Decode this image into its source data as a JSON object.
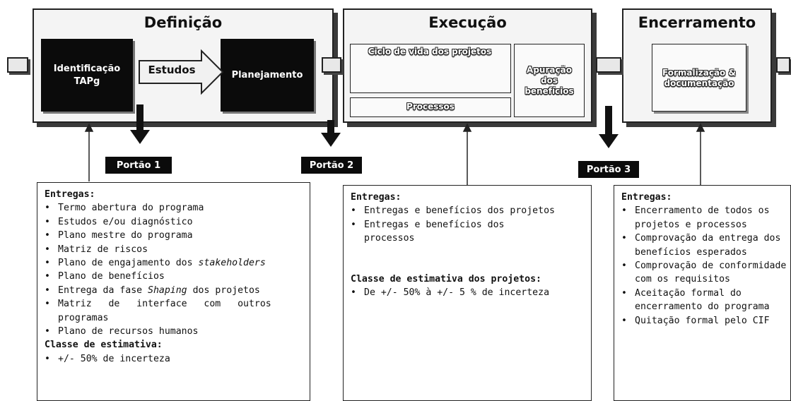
{
  "phases": {
    "definicao": {
      "title": "Definição",
      "box1": "Identificação\nTAPg",
      "arrow_label": "Estudos",
      "box2": "Planejamento"
    },
    "execucao": {
      "title": "Execução",
      "lifecycle": "Ciclo de vida dos projetos",
      "processos": "Processos",
      "beneficios": "Apuração\ndos\nbenefícios"
    },
    "encerramento": {
      "title": "Encerramento",
      "formalizacao": "Formalização &\ndocumentação"
    }
  },
  "gates": [
    "Portão 1",
    "Portão 2",
    "Portão 3"
  ],
  "panels": {
    "definicao": {
      "heading": "Entregas:",
      "items": [
        "Termo abertura do programa",
        "Estudos e/ou diagnóstico",
        "Plano mestre do programa",
        "Matriz de riscos",
        "Plano de engajamento dos stakeholders",
        "Plano de benefícios",
        "Entrega da fase Shaping dos projetos",
        "Matriz   de   interface   com   outros programas",
        "Plano de recursos humanos"
      ],
      "sub_heading": "Classe de estimativa:",
      "sub_items": [
        "+/- 50% de incerteza"
      ]
    },
    "execucao": {
      "heading": "Entregas:",
      "items": [
        "Entregas e benefícios dos projetos",
        "Entregas e benefícios dos processos"
      ],
      "sub_heading": "Classe de estimativa dos projetos:",
      "sub_items": [
        "De +/- 50% à +/- 5 % de incerteza"
      ]
    },
    "encerramento": {
      "heading": "Entregas:",
      "items": [
        "Encerramento de todos os projetos e processos",
        "Comprovação da entrega dos benefícios esperados",
        "Comprovação de conformidade com os requisitos",
        "Aceitação formal do encerramento do programa",
        "Quitação formal pelo CIF"
      ]
    }
  }
}
